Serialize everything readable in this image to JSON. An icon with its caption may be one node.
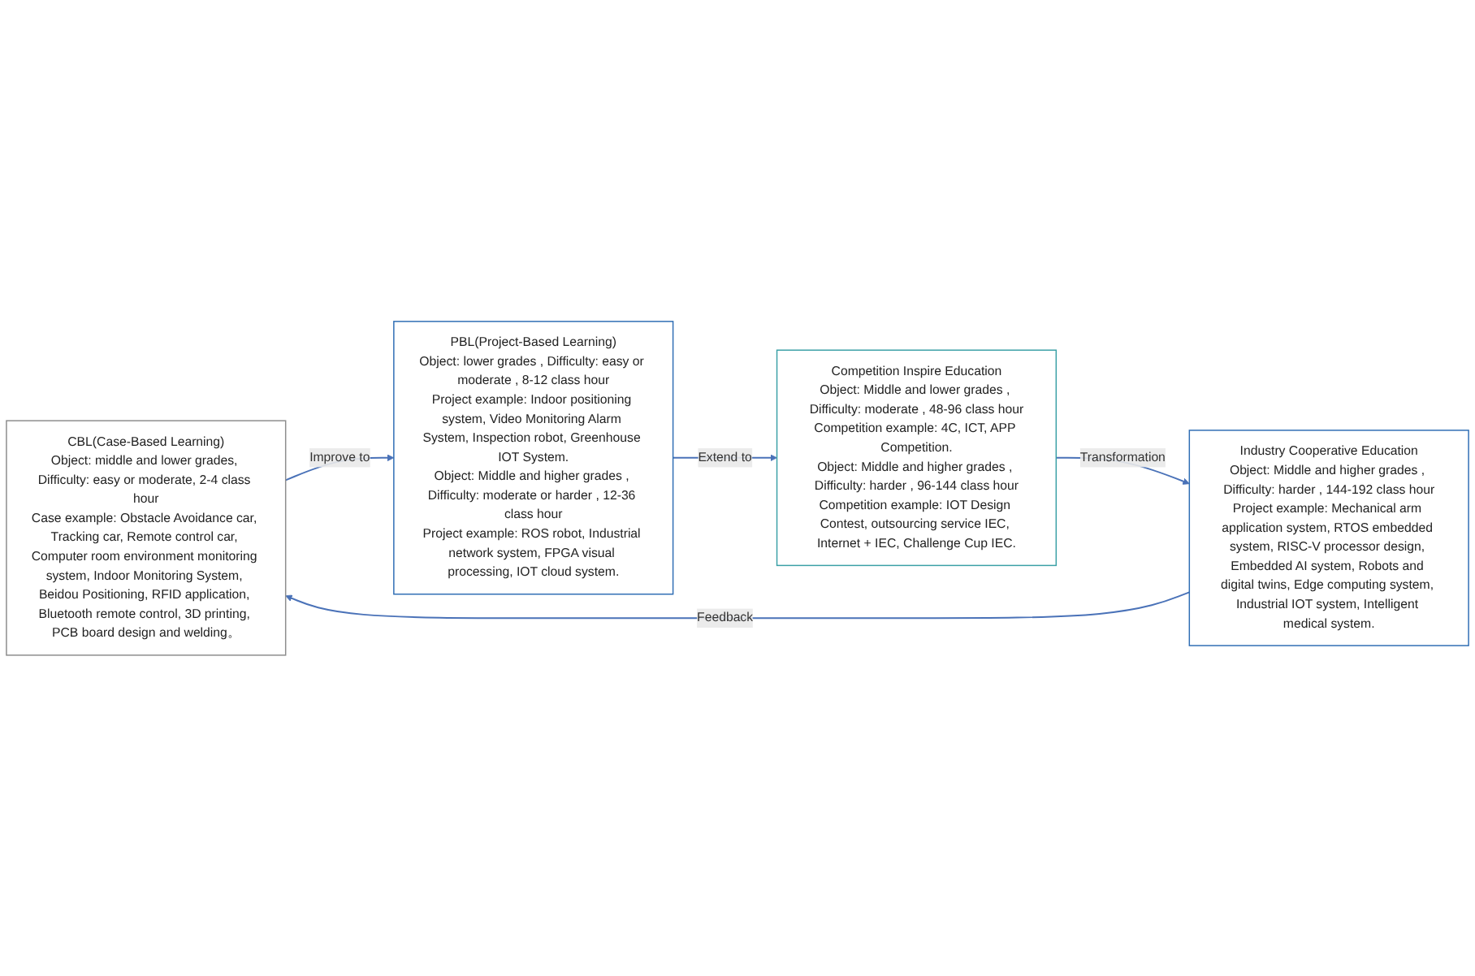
{
  "diagram": {
    "nodes": [
      {
        "text": [
          "CBL(Case-Based Learning)",
          "Object: middle and lower grades, Difficulty: easy or moderate, 2-4 class hour",
          "Case example: Obstacle Avoidance car, Tracking car, Remote control car, Computer room environment monitoring system, Indoor Monitoring System, Beidou Positioning, RFID application, Bluetooth remote control, 3D printing, PCB board design and welding。"
        ]
      },
      {
        "text": [
          "PBL(Project-Based Learning)",
          "Object: lower grades , Difficulty: easy or moderate , 8-12 class hour",
          "Project example: Indoor positioning system, Video Monitoring Alarm System, Inspection robot, Greenhouse IOT System.",
          "Object: Middle and higher grades , Difficulty: moderate or harder , 12-36 class hour",
          "Project example: ROS robot, Industrial network system, FPGA visual processing, IOT cloud system."
        ]
      },
      {
        "text": [
          "Industry Cooperative Education",
          "Object: Middle and higher grades , Difficulty: harder , 144-192 class hour",
          "Project example: Mechanical arm application system, RTOS embedded system, RISC-V processor design, Embedded AI system, Robots and digital twins, Edge computing system, Industrial IOT system, Intelligent medical system."
        ]
      },
      {
        "text": [
          "Competition Inspire Education",
          "Object: Middle and lower grades , Difficulty: moderate , 48-96 class hour",
          "Competition example: 4C, ICT, APP Competition.",
          "Object: Middle and higher grades , Difficulty: harder , 96-144 class hour",
          "Competition example: IOT Design Contest, outsourcing service IEC, Internet + IEC, Challenge Cup IEC."
        ]
      }
    ],
    "edges": [
      {
        "from": 0,
        "to": 1,
        "arrow": "to",
        "label": "Improve to"
      },
      {
        "from": 1,
        "to": 3,
        "arrow": "to",
        "label": "Extend to"
      },
      {
        "from": 3,
        "to": 2,
        "arrow": "to",
        "label": "Transformation"
      },
      {
        "from": 2,
        "to": 0,
        "arrow": "to",
        "label": "Feedback"
      }
    ]
  }
}
